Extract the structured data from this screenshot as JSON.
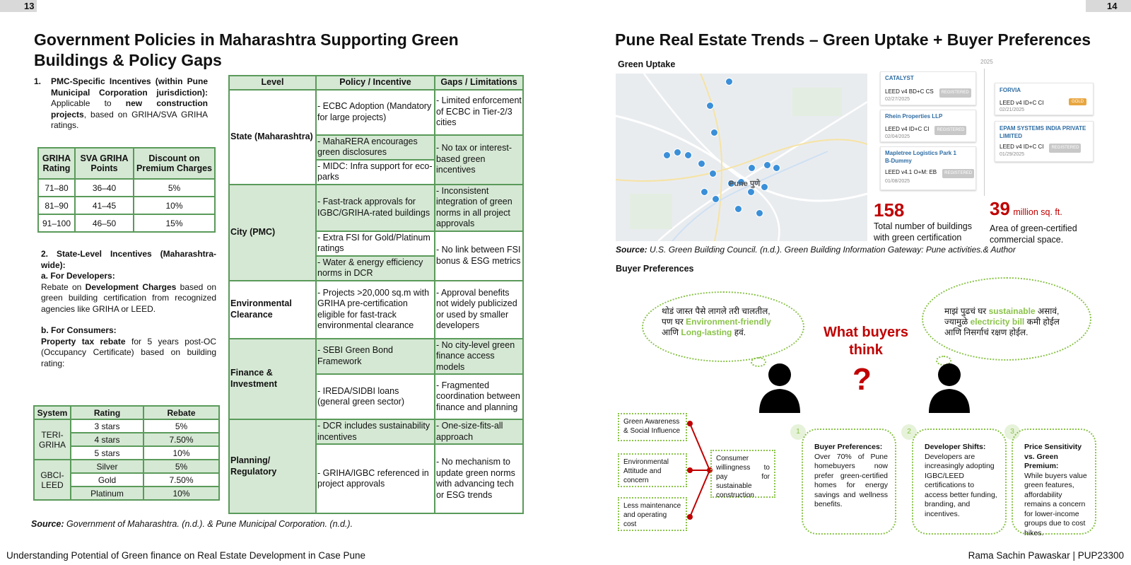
{
  "left": {
    "page_number": "13",
    "title_line1": "Government Policies in Maharashtra Supporting Green",
    "title_line2": "Buildings & Policy Gaps",
    "pmc": {
      "num": "1.",
      "head": "PMC-Specific Incentives (within Pune Municipal Corporation jurisdiction):",
      "text_a": " Applicable to ",
      "bold_b": "new construction projects",
      "text_c": ", based on GRIHA/SVA GRIHA ratings."
    },
    "griha_table": {
      "headers": [
        "GRIHA Rating",
        "SVA GRIHA Points",
        "Discount on Premium Charges"
      ],
      "rows": [
        [
          "71–80",
          "36–40",
          "5%"
        ],
        [
          "81–90",
          "41–45",
          "10%"
        ],
        [
          "91–100",
          "46–50",
          "15%"
        ]
      ]
    },
    "state": {
      "head": "2. State-Level Incentives (Maharashtra-wide):",
      "a_head": "a. For Developers:",
      "a_t1": "Rebate on ",
      "a_b": "Development Charges",
      "a_t2": " based on green building certification from recognized agencies like GRIHA or LEED.",
      "b_head": "b. For Consumers:",
      "b_b": "Property tax rebate",
      "b_t": " for 5 years post-OC (Occupancy Certificate) based on building rating:"
    },
    "rebate_table": {
      "headers": [
        "System",
        "Rating",
        "Rebate"
      ],
      "teri": "TERI-GRIHA",
      "gbci": "GBCI-LEED",
      "rows": [
        [
          "3 stars",
          "5%"
        ],
        [
          "4 stars",
          "7.50%"
        ],
        [
          "5 stars",
          "10%"
        ],
        [
          "Silver",
          "5%"
        ],
        [
          "Gold",
          "7.50%"
        ],
        [
          "Platinum",
          "10%"
        ]
      ]
    },
    "policy_table": {
      "headers": [
        "Level",
        "Policy / Incentive",
        "Gaps / Limitations"
      ],
      "levels": [
        "State (Maharashtra)",
        "City (PMC)",
        "Environmental Clearance",
        "Finance & Investment",
        "Planning/ Regulatory"
      ],
      "policies": [
        "- ECBC Adoption (Mandatory for large projects)",
        "- MahaRERA encourages green disclosures",
        "- MIDC: Infra support for eco-parks",
        "- Fast-track approvals for IGBC/GRIHA-rated buildings",
        "- Extra FSI for Gold/Platinum ratings",
        "- Water & energy efficiency norms in DCR",
        "- Projects >20,000 sq.m with GRIHA pre-certification eligible for fast-track environmental clearance",
        "- SEBI Green Bond Framework",
        "- IREDA/SIDBI loans (general green sector)",
        "- DCR includes sustainability incentives",
        "- GRIHA/IGBC referenced in project approvals"
      ],
      "gaps": [
        "- Limited enforcement of ECBC in Tier-2/3 cities",
        "- No tax or interest-based green incentives",
        "- Inconsistent integration of green norms in all project approvals",
        "- No link between FSI bonus & ESG metrics",
        "- Approval benefits not widely publicized or used by smaller developers",
        "- No city-level green finance access models",
        "- Fragmented coordination between finance and planning",
        "- One-size-fits-all approach",
        "- No mechanism to update green norms with advancing tech or ESG trends"
      ]
    },
    "source_b": "Source:",
    "source_t": " Government of Maharashtra. (n.d.). & Pune Municipal Corporation. (n.d.).",
    "footer": "Understanding Potential of Green finance on Real Estate Development in Case Pune"
  },
  "right": {
    "page_number": "14",
    "title": "Pune Real Estate Trends – Green Uptake + Buyer Preferences",
    "green_uptake": "Green Uptake",
    "map_label": "Pune पुणे",
    "timeline_year": "2025",
    "timeline_left": [
      {
        "name": "CATALYST",
        "cert": "LEED v4 BD+C CS",
        "date": "02/27/2025",
        "badge": "REGISTERED"
      },
      {
        "name": "Rhein Properties LLP",
        "cert": "LEED v4 ID+C CI",
        "date": "02/04/2025",
        "badge": "REGISTERED"
      },
      {
        "name": "Mapletree Logistics Park 1 B-Dummy",
        "cert": "LEED v4.1 O+M: EB",
        "date": "01/08/2025",
        "badge": "REGISTERED"
      }
    ],
    "timeline_right": [
      {
        "name": "FORVIA",
        "cert": "LEED v4 ID+C CI",
        "date": "02/21/2025",
        "badge": "GOLD"
      },
      {
        "name": "EPAM SYSTEMS INDIA PRIVATE LIMITED",
        "cert": "LEED v4 ID+C CI",
        "date": "01/29/2025",
        "badge": "REGISTERED"
      }
    ],
    "stat1_num": "158",
    "stat1_text": "Total number of buildings with green certification",
    "stat2_num": "39",
    "stat2_unit": "million sq. ft.",
    "stat2_text": "Area of green-certified commercial space.",
    "source_b": "Source:",
    "source_t": " U.S. Green Building Council. (n.d.). Green Building Information Gateway: Pune activities.& Author",
    "buyer_pref": "Buyer Preferences",
    "cloud1": {
      "l1": "थोडं जास्त पैसे लागले तरी चालतील,",
      "l2a": "पण घर ",
      "l2g": "Environment-friendly",
      "l3a": "आणि ",
      "l3g": "Long-lasting",
      "l3b": " हवं."
    },
    "cloud2": {
      "l1a": "माझं पुढचं घर ",
      "l1g": "sustainable",
      "l1b": " असावं,",
      "l2a": "ज्यामुळे ",
      "l2g": "electricity bill",
      "l2b": " कमी होईल",
      "l3": "आणि निसर्गाचं रक्षण होईल."
    },
    "what_buyers": "What buyers think",
    "question": "?",
    "factors": [
      "Green Awareness & Social Influence",
      "Environmental Attitude and concern",
      "Less maintenance and operating cost"
    ],
    "consumer": "Consumer willingness to pay for sustainable construction",
    "cards": [
      {
        "num": "1",
        "head": "Buyer Preferences:",
        "text": "Over 70% of Pune homebuyers now prefer green-certified homes for energy savings and wellness benefits."
      },
      {
        "num": "2",
        "head": "Developer Shifts:",
        "text": "Developers are increasingly adopting IGBC/LEED certifications to access better funding, branding, and incentives."
      },
      {
        "num": "3",
        "head": "Price Sensitivity vs. Green Premium:",
        "text": "While buyers value green features, affordability remains a concern for lower-income groups due to cost hikes."
      }
    ],
    "footer": "Rama Sachin Pawaskar | PUP23300"
  },
  "colors": {
    "green": "#8bc34a",
    "table_border": "#5a9a5a",
    "red": "#c00000",
    "map_pin": "#3a8fd8"
  }
}
